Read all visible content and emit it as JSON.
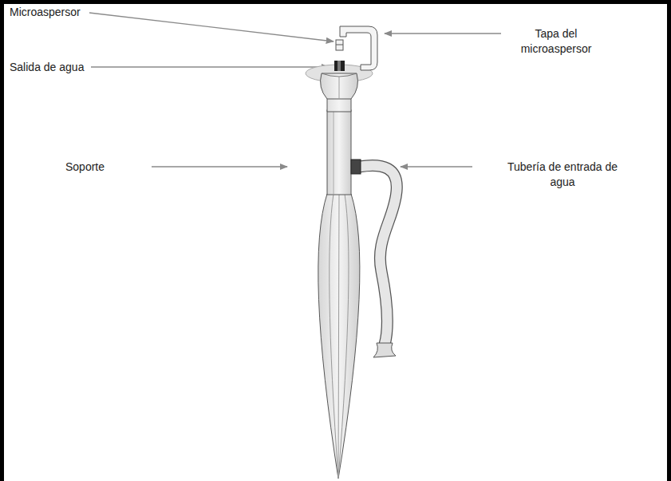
{
  "diagram": {
    "labels": [
      "Microaspersor",
      "Tapa del microaspersor",
      "Salida de agua",
      "Soporte",
      "Tubería de entrada de agua"
    ]
  }
}
